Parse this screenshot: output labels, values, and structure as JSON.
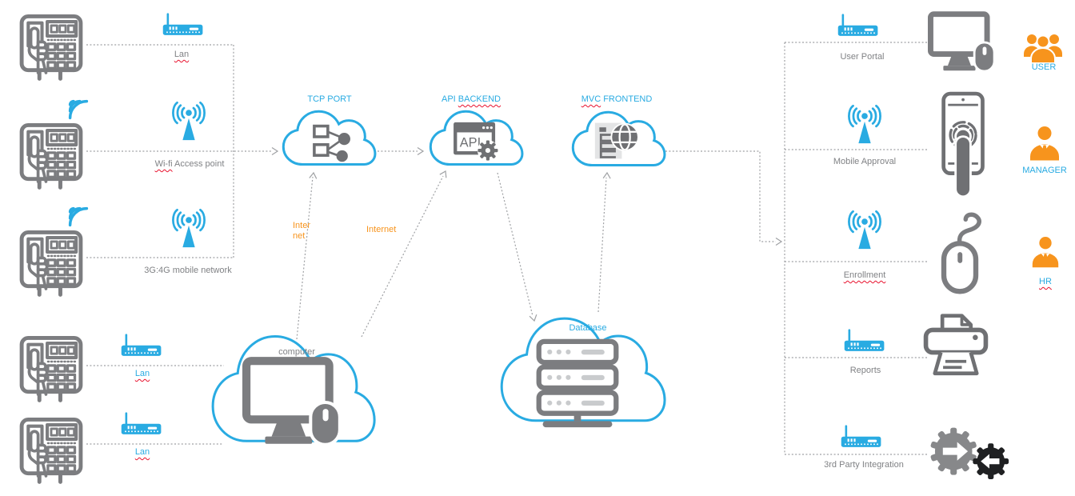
{
  "colors": {
    "accent_blue": "#29abe2",
    "icon_gray": "#7c7d80",
    "accent_orange": "#f7941d",
    "spellcheck_red": "#e8112d",
    "wire_gray": "#9fa1a4"
  },
  "left_network": {
    "connections": [
      {
        "label": "Lan",
        "misspelled": true
      },
      {
        "label_misspelled": "Wi-fi",
        "label_rest": " Access point"
      },
      {
        "label": "3G:4G mobile network"
      },
      {
        "label": "Lan",
        "misspelled": true
      },
      {
        "label": "Lan",
        "misspelled": true
      }
    ]
  },
  "clouds": {
    "tcp_port": {
      "title": "TCP PORT"
    },
    "api_backend": {
      "title_plain": "API ",
      "title_misspelled": "BACKEND",
      "icon_text": "API"
    },
    "mvc_frontend": {
      "title_misspelled": "MVC",
      "title_plain": " FRONTEND"
    },
    "computer": {
      "title": "computer"
    },
    "database": {
      "title": "Database"
    }
  },
  "annotations": {
    "internet_to_tcp": "Inter net",
    "internet_to_api": "Internet"
  },
  "right_channels": [
    {
      "label": "User Portal"
    },
    {
      "label": "Mobile Approval"
    },
    {
      "label": "Enrollment",
      "misspelled": true
    },
    {
      "label": "Reports"
    },
    {
      "label": "3rd Party Integration"
    }
  ],
  "actors": [
    {
      "label": "USER"
    },
    {
      "label": "MANAGER"
    },
    {
      "label": "HR",
      "misspelled": true
    }
  ]
}
